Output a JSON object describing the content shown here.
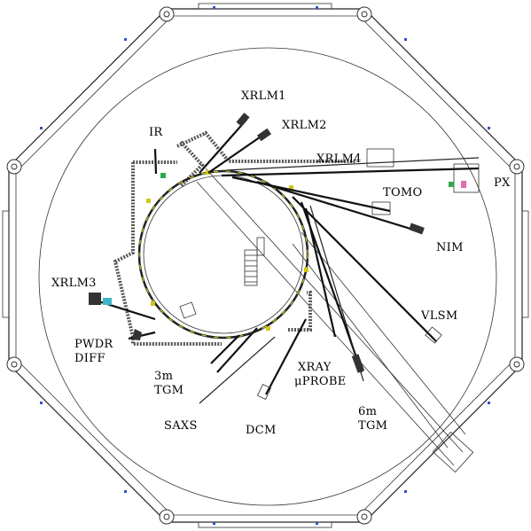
{
  "figure": {
    "beamline_labels": [
      {
        "id": "xrlm1",
        "text": "XRLM1"
      },
      {
        "id": "xrlm2",
        "text": "XRLM2"
      },
      {
        "id": "ir",
        "text": "IR"
      },
      {
        "id": "xrlm4",
        "text": "XRLM4"
      },
      {
        "id": "tomo",
        "text": "TOMO"
      },
      {
        "id": "px",
        "text": "PX"
      },
      {
        "id": "nim",
        "text": "NIM"
      },
      {
        "id": "xrlm3",
        "text": "XRLM3"
      },
      {
        "id": "vlsm",
        "text": "VLSM"
      },
      {
        "id": "pwdr",
        "text": "PWDR"
      },
      {
        "id": "diff",
        "text": "DIFF"
      },
      {
        "id": "tgm3_a",
        "text": "3m"
      },
      {
        "id": "tgm3_b",
        "text": "TGM"
      },
      {
        "id": "xray_a",
        "text": "XRAY"
      },
      {
        "id": "xray_b",
        "text": "μPROBE"
      },
      {
        "id": "tgm6_a",
        "text": "6m"
      },
      {
        "id": "tgm6_b",
        "text": "TGM"
      },
      {
        "id": "saxs",
        "text": "SAXS"
      },
      {
        "id": "dcm",
        "text": "DCM"
      }
    ],
    "colors": {
      "ring_accent": "#cfc81a",
      "marker_blue": "#2f52c8",
      "component_green": "#2fa84f",
      "component_cyan": "#3ab6c8"
    }
  }
}
